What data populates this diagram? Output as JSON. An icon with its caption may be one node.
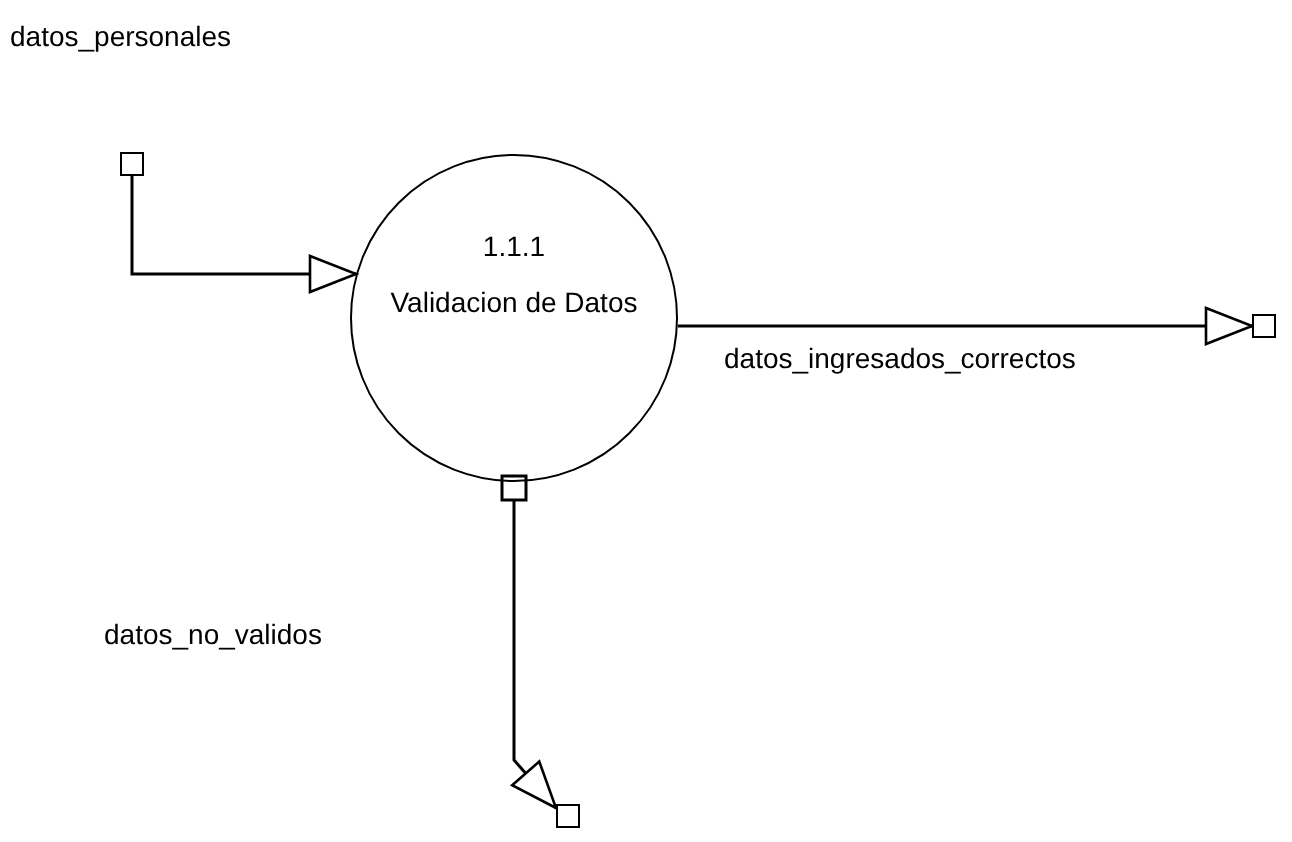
{
  "diagram": {
    "nodes": [
      {
        "text": [],
        "shape": "box"
      },
      {
        "text": [
          "1.1.1",
          "Validacion de Datos"
        ]
      },
      {
        "text": [],
        "shape": "box"
      },
      {
        "text": [],
        "shape": "box"
      }
    ],
    "edges": [
      {
        "from": 0,
        "to": 1,
        "arrow": "to"
      },
      {
        "from": 1,
        "to": 2,
        "arrow": "to",
        "label": "datos_ingresados_correctos"
      },
      {
        "from": 1,
        "to": 3,
        "arrow": "to"
      }
    ],
    "labels": [
      "datos_personales",
      "datos_no_validos"
    ]
  }
}
